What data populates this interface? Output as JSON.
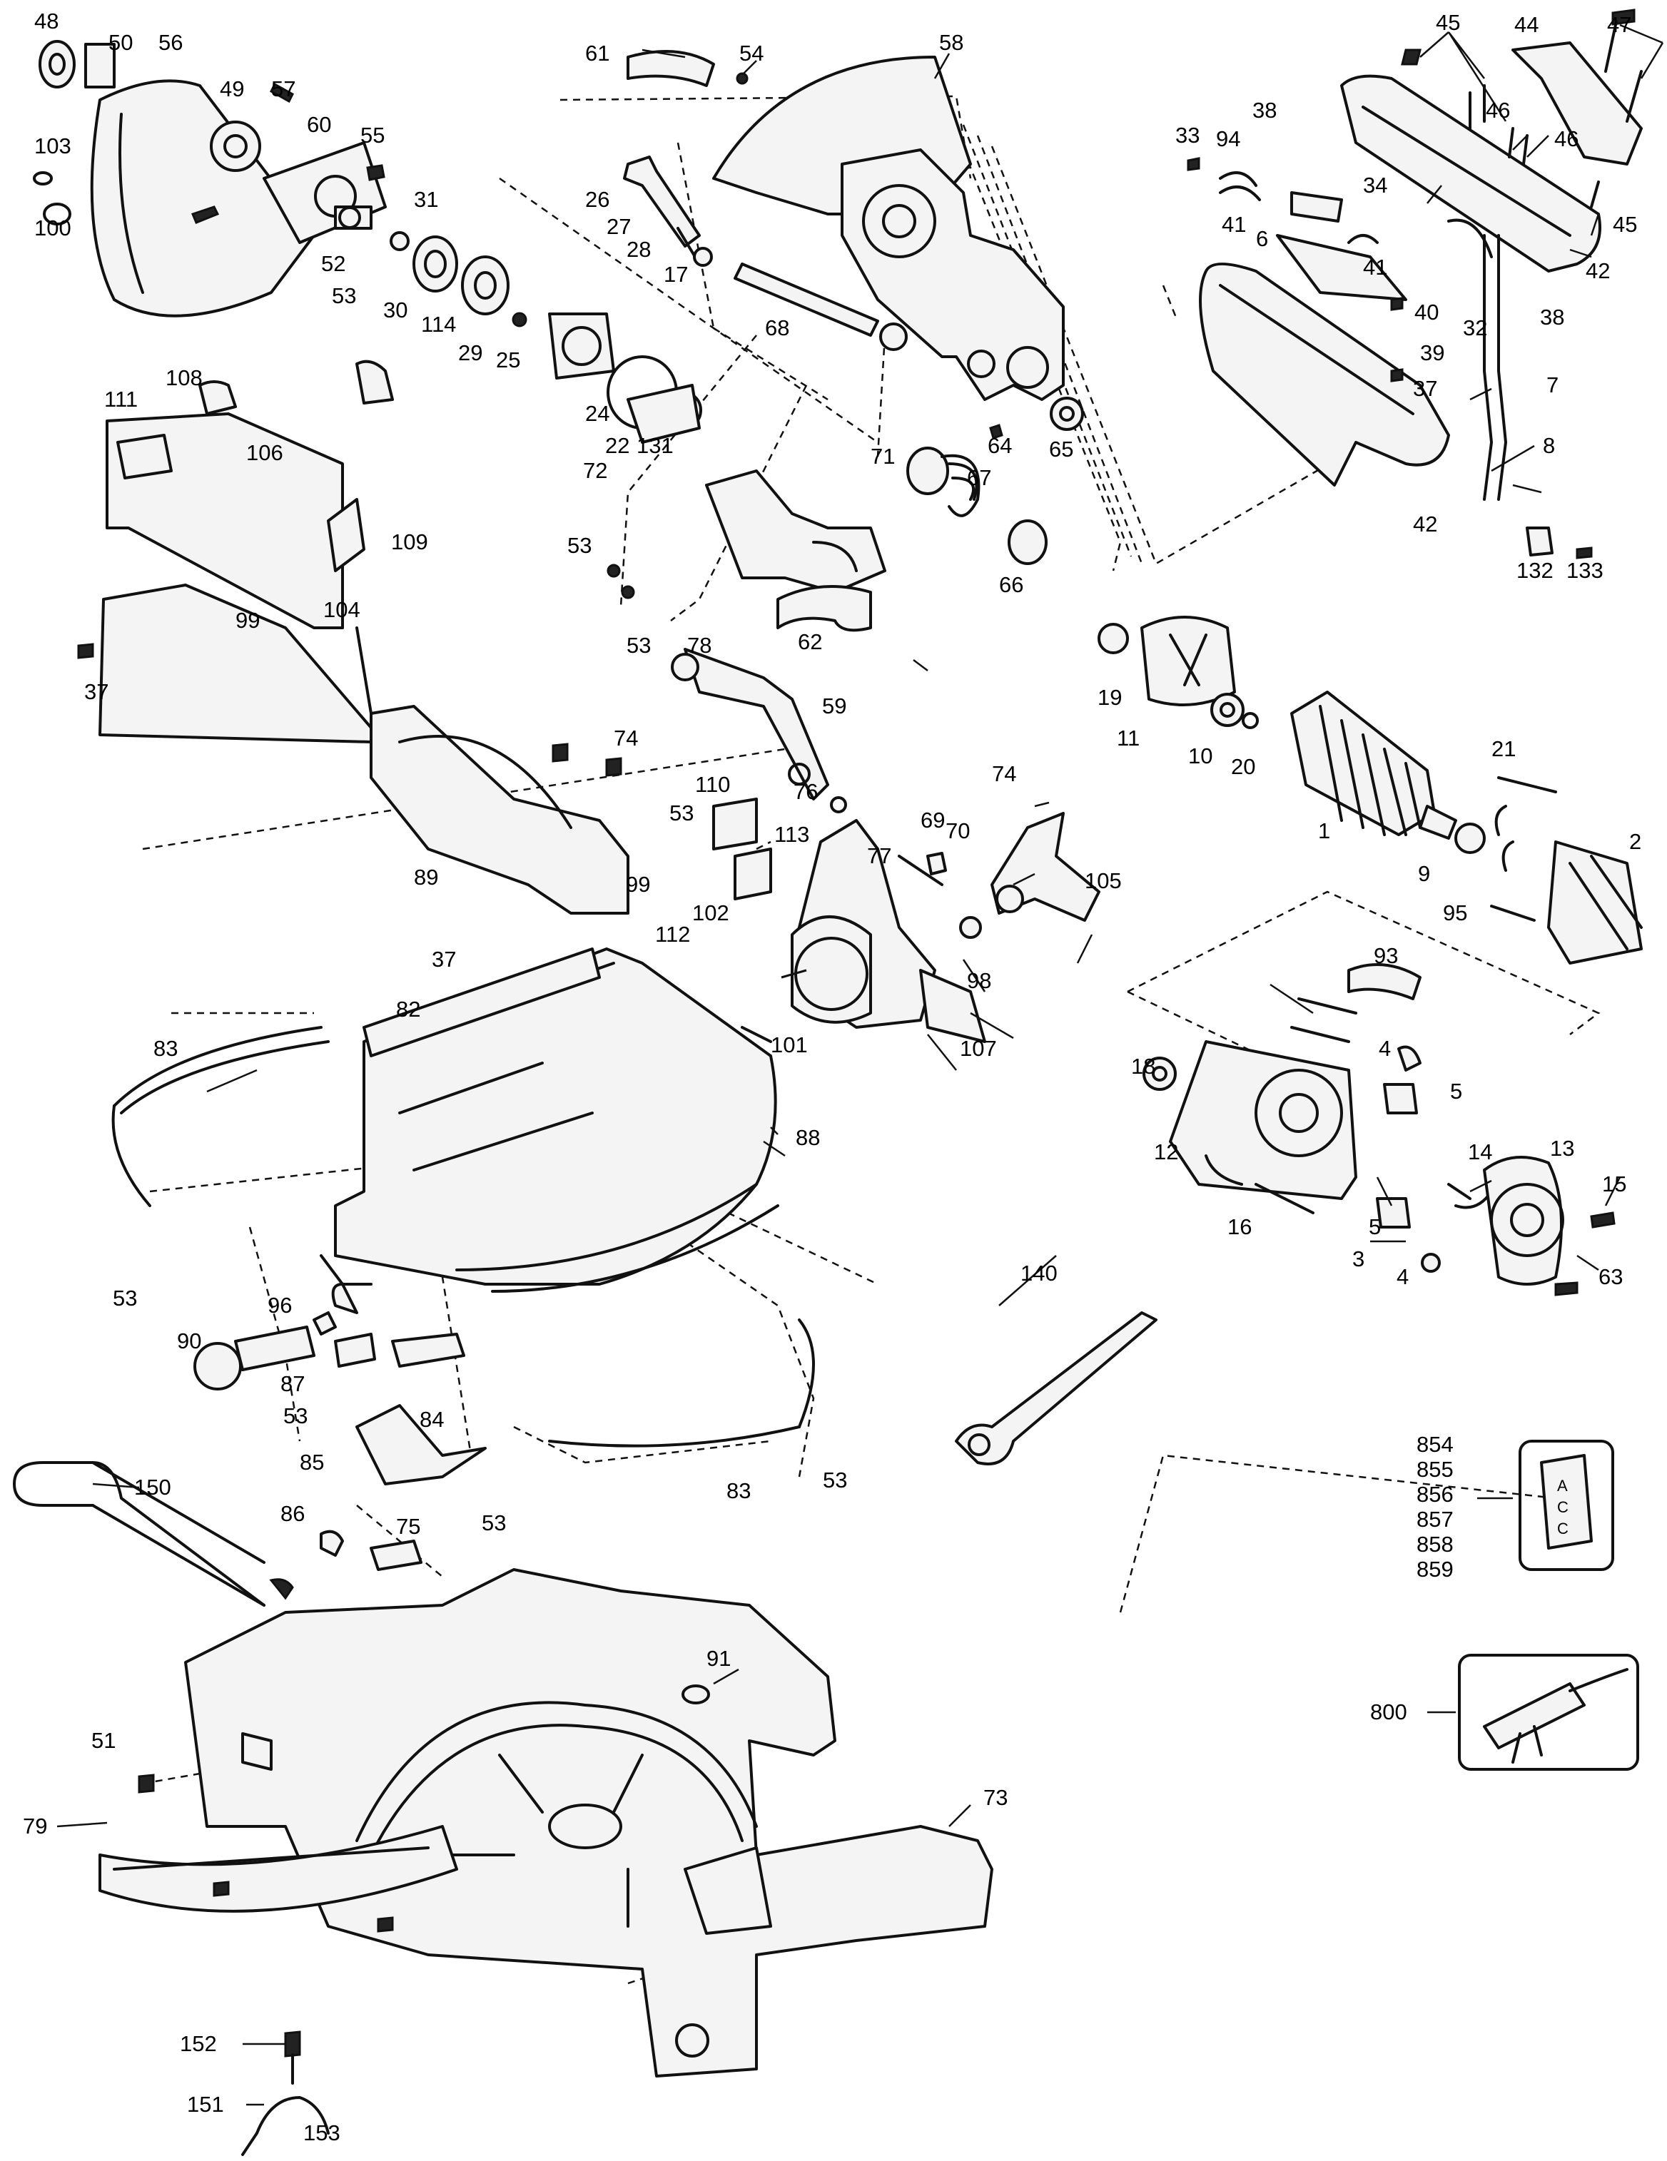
{
  "callouts": [
    {
      "label": "48"
    },
    {
      "label": "50"
    },
    {
      "label": "56"
    },
    {
      "label": "103"
    },
    {
      "label": "100"
    },
    {
      "label": "49"
    },
    {
      "label": "57"
    },
    {
      "label": "60"
    },
    {
      "label": "55"
    },
    {
      "label": "52"
    },
    {
      "label": "53"
    },
    {
      "label": "31"
    },
    {
      "label": "30"
    },
    {
      "label": "114"
    },
    {
      "label": "29"
    },
    {
      "label": "25"
    },
    {
      "label": "24"
    },
    {
      "label": "22"
    },
    {
      "label": "131"
    },
    {
      "label": "61"
    },
    {
      "label": "54"
    },
    {
      "label": "58"
    },
    {
      "label": "26"
    },
    {
      "label": "27"
    },
    {
      "label": "28"
    },
    {
      "label": "17"
    },
    {
      "label": "68"
    },
    {
      "label": "64"
    },
    {
      "label": "65"
    },
    {
      "label": "72"
    },
    {
      "label": "71"
    },
    {
      "label": "67"
    },
    {
      "label": "66"
    },
    {
      "label": "53"
    },
    {
      "label": "62"
    },
    {
      "label": "45"
    },
    {
      "label": "44"
    },
    {
      "label": "47"
    },
    {
      "label": "33"
    },
    {
      "label": "94"
    },
    {
      "label": "38"
    },
    {
      "label": "46"
    },
    {
      "label": "46"
    },
    {
      "label": "45"
    },
    {
      "label": "41"
    },
    {
      "label": "6"
    },
    {
      "label": "34"
    },
    {
      "label": "41"
    },
    {
      "label": "42"
    },
    {
      "label": "40"
    },
    {
      "label": "32"
    },
    {
      "label": "38"
    },
    {
      "label": "39"
    },
    {
      "label": "37"
    },
    {
      "label": "7"
    },
    {
      "label": "8"
    },
    {
      "label": "42"
    },
    {
      "label": "132"
    },
    {
      "label": "133"
    },
    {
      "label": "108"
    },
    {
      "label": "111"
    },
    {
      "label": "106"
    },
    {
      "label": "109"
    },
    {
      "label": "104"
    },
    {
      "label": "99"
    },
    {
      "label": "37"
    },
    {
      "label": "89"
    },
    {
      "label": "74"
    },
    {
      "label": "53"
    },
    {
      "label": "78"
    },
    {
      "label": "59"
    },
    {
      "label": "110"
    },
    {
      "label": "76"
    },
    {
      "label": "53"
    },
    {
      "label": "113"
    },
    {
      "label": "69"
    },
    {
      "label": "70"
    },
    {
      "label": "74"
    },
    {
      "label": "102"
    },
    {
      "label": "77"
    },
    {
      "label": "105"
    },
    {
      "label": "98"
    },
    {
      "label": "107"
    },
    {
      "label": "99"
    },
    {
      "label": "112"
    },
    {
      "label": "37"
    },
    {
      "label": "82"
    },
    {
      "label": "83"
    },
    {
      "label": "101"
    },
    {
      "label": "88"
    },
    {
      "label": "53"
    },
    {
      "label": "96"
    },
    {
      "label": "90"
    },
    {
      "label": "87"
    },
    {
      "label": "53"
    },
    {
      "label": "84"
    },
    {
      "label": "85"
    },
    {
      "label": "53"
    },
    {
      "label": "86"
    },
    {
      "label": "75"
    },
    {
      "label": "83"
    },
    {
      "label": "53"
    },
    {
      "label": "150"
    },
    {
      "label": "19"
    },
    {
      "label": "11"
    },
    {
      "label": "10"
    },
    {
      "label": "20"
    },
    {
      "label": "21"
    },
    {
      "label": "1"
    },
    {
      "label": "9"
    },
    {
      "label": "95"
    },
    {
      "label": "2"
    },
    {
      "label": "93"
    },
    {
      "label": "18"
    },
    {
      "label": "4"
    },
    {
      "label": "5"
    },
    {
      "label": "12"
    },
    {
      "label": "13"
    },
    {
      "label": "14"
    },
    {
      "label": "15"
    },
    {
      "label": "16"
    },
    {
      "label": "5"
    },
    {
      "label": "3"
    },
    {
      "label": "4"
    },
    {
      "label": "63"
    },
    {
      "label": "140"
    },
    {
      "label": "854"
    },
    {
      "label": "855"
    },
    {
      "label": "856"
    },
    {
      "label": "857"
    },
    {
      "label": "858"
    },
    {
      "label": "859"
    },
    {
      "label": "800"
    },
    {
      "label": "91"
    },
    {
      "label": "51"
    },
    {
      "label": "73"
    },
    {
      "label": "79"
    },
    {
      "label": "152"
    },
    {
      "label": "151"
    },
    {
      "label": "153"
    }
  ],
  "switch_label_letters": [
    "A",
    "C",
    "C"
  ]
}
